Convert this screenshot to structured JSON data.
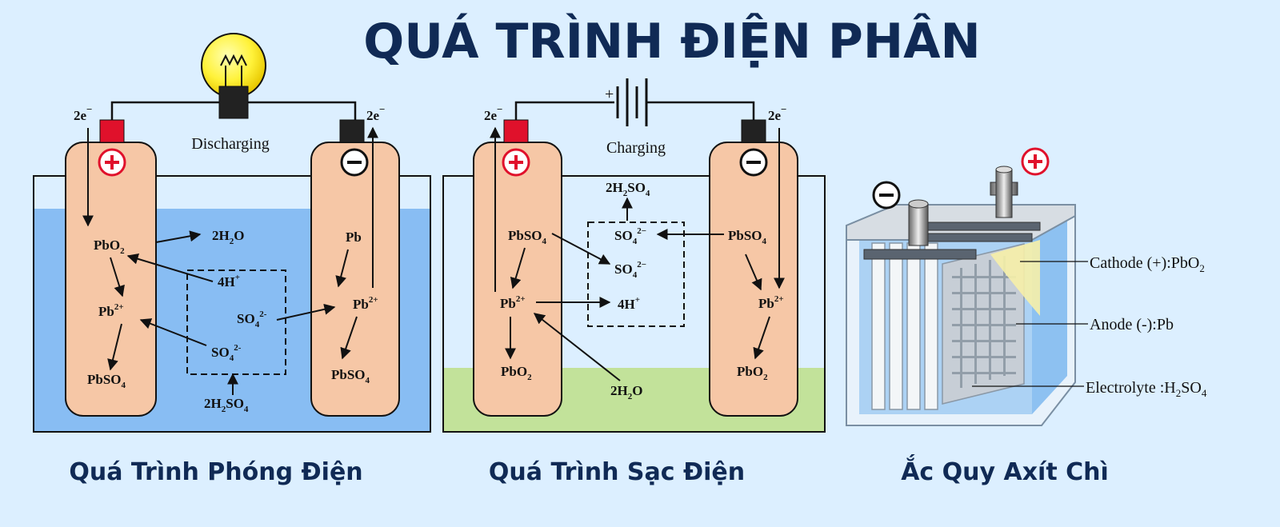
{
  "title": "QUÁ TRÌNH ĐIỆN PHÂN",
  "discharge": {
    "caption": "Quá Trình Phóng Điện",
    "process_label": "Discharging",
    "electron_left": "2e",
    "electron_right": "2e",
    "electron_sup": "−",
    "plus": "+",
    "minus": "−",
    "left_electrode": [
      {
        "main": "PbO",
        "sub": "2"
      },
      {
        "main": "Pb",
        "sup": "2+"
      },
      {
        "main": "PbSO",
        "sub": "4"
      }
    ],
    "center": {
      "h2o": {
        "pre": "2H",
        "sub": "2",
        "post": "O"
      },
      "h_plus": {
        "main": "4H",
        "sup": "+"
      },
      "so4_a": {
        "main": "SO",
        "sub": "4",
        "sup": "2-"
      },
      "so4_b": {
        "main": "SO",
        "sub": "4",
        "sup": "2-"
      },
      "h2so4": {
        "pre": "2H",
        "sub": "2",
        "post": "SO",
        "sub2": "4"
      }
    },
    "right_electrode": [
      {
        "main": "Pb"
      },
      {
        "main": "Pb",
        "sup": "2+"
      },
      {
        "main": "PbSO",
        "sub": "4"
      }
    ]
  },
  "charge": {
    "caption": "Quá Trình Sạc Điện",
    "process_label": "Charging",
    "electron_left": "2e",
    "electron_right": "2e",
    "electron_sup": "−",
    "plus": "+",
    "minus": "−",
    "battery_plus": "+",
    "left_electrode": [
      {
        "main": "PbSO",
        "sub": "4"
      },
      {
        "main": "Pb",
        "sup": "2+"
      },
      {
        "main": "PbO",
        "sub": "2"
      }
    ],
    "center": {
      "h2so4": {
        "pre": "2H",
        "sub": "2",
        "post": "SO",
        "sub2": "4"
      },
      "so4_a": {
        "main": "SO",
        "sub": "4",
        "sup": "2−"
      },
      "so4_b": {
        "main": "SO",
        "sub": "4",
        "sup": "2−"
      },
      "h_plus": {
        "main": "4H",
        "sup": "+"
      },
      "h2o": {
        "pre": "2H",
        "sub": "2",
        "post": "O"
      }
    },
    "right_electrode": [
      {
        "main": "PbSO",
        "sub": "4"
      },
      {
        "main": "Pb",
        "sup": "2+"
      },
      {
        "main": "PbO",
        "sub": "2"
      }
    ]
  },
  "battery": {
    "caption": "Ắc Quy Axít Chì",
    "plus": "+",
    "minus": "−",
    "cathode": {
      "text": "Cathode (+):PbO",
      "sub": "2"
    },
    "anode": {
      "text": "Anode (-):Pb"
    },
    "electrolyte": {
      "text": "Electrolyte :H",
      "sub": "2",
      "post": "SO",
      "sub2": "4"
    }
  },
  "colors": {
    "background": "#dcefff",
    "title": "#102a55",
    "electrode": "#f6c7a6",
    "acid_blue": "#88bdf3",
    "charge_green": "#c2e29a",
    "positive_red": "#e0112b",
    "negative_dark": "#222222"
  }
}
